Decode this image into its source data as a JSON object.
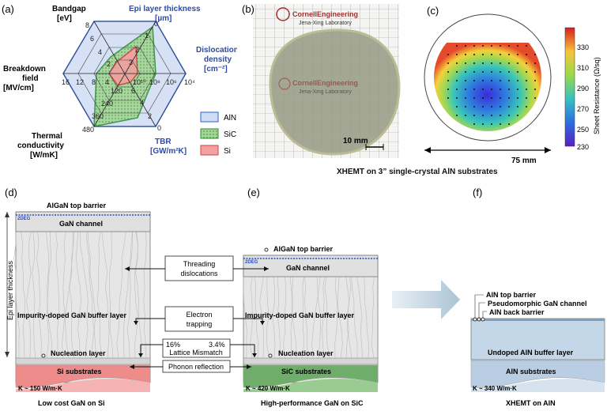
{
  "panels": {
    "a": "(a)",
    "b": "(b)",
    "c": "(c)",
    "d": "(d)",
    "e": "(e)",
    "f": "(f)"
  },
  "radar": {
    "axes": {
      "bandgap": [
        "Bandgap",
        "[eV]"
      ],
      "epi": [
        "Epi layer thickness",
        "[µm]"
      ],
      "dislocation": [
        "Dislocation",
        "density",
        "[cm⁻²]"
      ],
      "tbr": [
        "TBR",
        "[GW/m²K]"
      ],
      "thermal": [
        "Thermal",
        "conductivity",
        "[W/mK]"
      ],
      "breakdown": [
        "Breakdown",
        "field",
        "[MV/cm]"
      ]
    },
    "ticks": {
      "bandgap": [
        "8",
        "6",
        "4",
        "2"
      ],
      "epi": [
        "0",
        "1",
        "2",
        "3"
      ],
      "dislocation": [
        "10⁴",
        "10⁶",
        "10⁸",
        "10¹⁰"
      ],
      "tbr": [
        "0",
        "2",
        "4",
        "6"
      ],
      "thermal": [
        "480",
        "360",
        "240",
        "120"
      ],
      "breakdown": [
        "16",
        "12",
        "8",
        "4"
      ]
    },
    "legend": [
      {
        "name": "AlN",
        "fill": "#cfdcf5",
        "stroke": "#2f62d8"
      },
      {
        "name": "SiC",
        "fill": "#9ccf8a",
        "stroke": "#2f8f3a"
      },
      {
        "name": "Si",
        "fill": "#f3a0a0",
        "stroke": "#cc4444"
      }
    ]
  },
  "wafer": {
    "logo_line1": "CornellEngineering",
    "logo_line2": "Jena-Xing Laboratory",
    "scale": "10 mm"
  },
  "map": {
    "cbar_ticks": [
      "330",
      "310",
      "290",
      "270",
      "250",
      "230"
    ],
    "cbar_title": "Sheet Resistance (Ω/sq)",
    "diameter": "75 mm"
  },
  "bc_caption": "XHEMT on 3” single-crystal AlN substrates",
  "stack_d": {
    "barrier": "AlGaN top barrier",
    "twodeg": "2DEG",
    "channel": "GaN channel",
    "buffer": "Impurity-doped GaN buffer layer",
    "nucleation": "Nucleation layer",
    "substrate": "Si substrates",
    "k": "K ~ 150 W/m·K",
    "caption": "Low cost GaN on Si",
    "side": "Epi layer thickness"
  },
  "stack_e": {
    "barrier": "AlGaN top barrier",
    "twodeg": "2DEG",
    "channel": "GaN channel",
    "buffer": "Impurity-doped GaN buffer layer",
    "nucleation": "Nucleation layer",
    "substrate": "SiC substrates",
    "k": "K ~ 420 W/m·K",
    "caption": "High-performance GaN on SiC"
  },
  "callouts": {
    "threading": [
      "Threading",
      "dislocations"
    ],
    "trapping": [
      "Electron",
      "trapping"
    ],
    "mismatch_left": "16%",
    "mismatch_right": "3.4%",
    "mismatch": "Lattice Mismatch",
    "phonon": "Phonon reflection"
  },
  "stack_f": {
    "barrier": "AlN top barrier",
    "channel": "Pseudomorphic GaN channel",
    "back": "AlN back barrier",
    "buffer": "Undoped AlN buffer layer",
    "substrate": "AlN substrates",
    "k": "K ~ 340 W/m·K",
    "caption": "XHEMT on AlN"
  }
}
